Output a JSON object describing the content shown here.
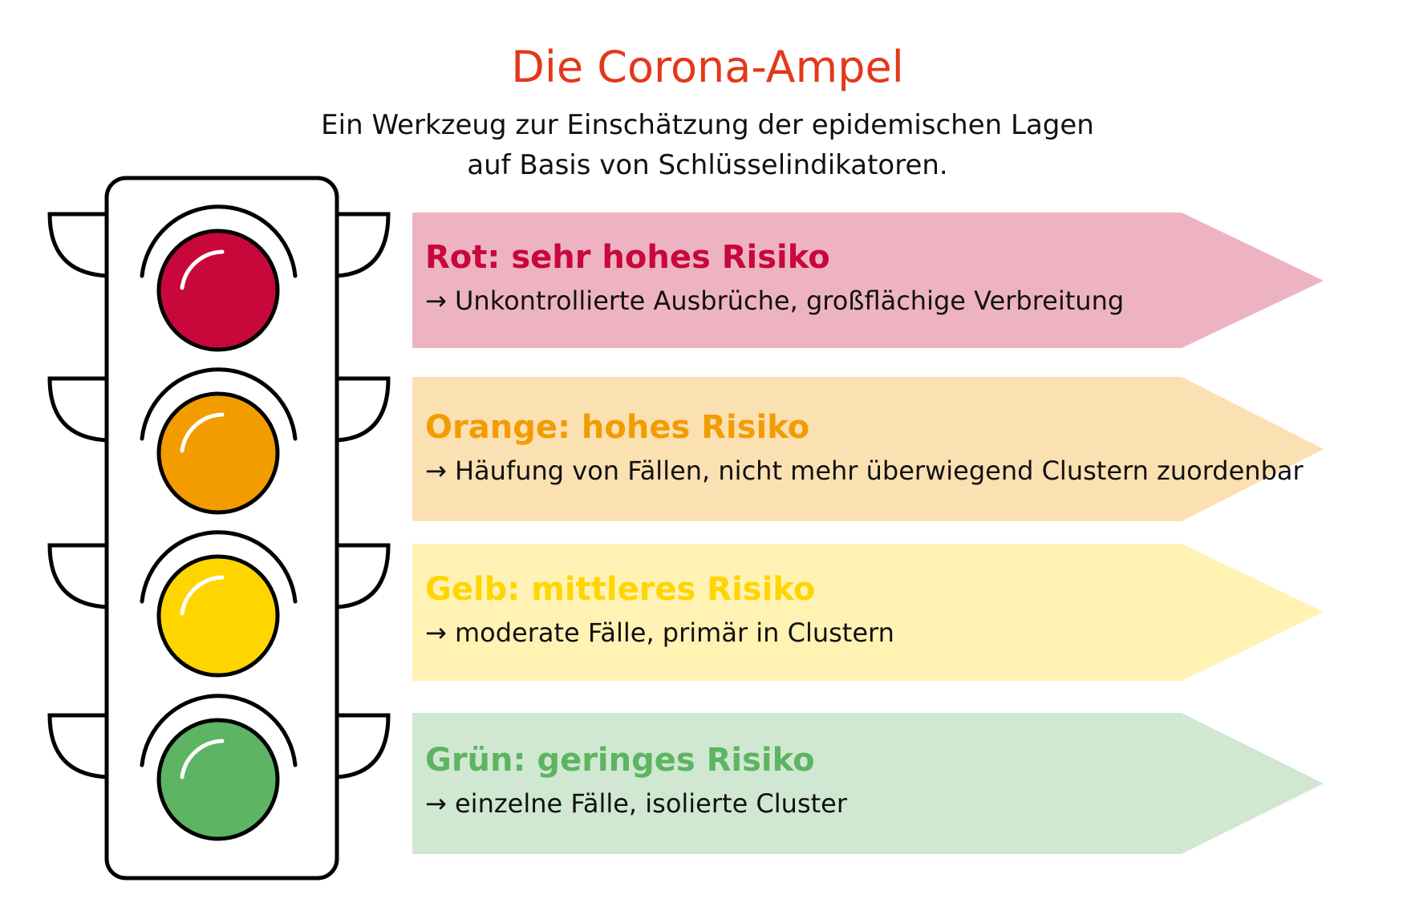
{
  "header": {
    "title": "Die Corona-Ampel",
    "subtitle_line1": "Ein Werkzeug zur Einschätzung der epidemischen Lagen",
    "subtitle_line2": "auf Basis von Schlüsselindikatoren.",
    "title_color": "#E3381B"
  },
  "levels": [
    {
      "id": "rot",
      "heading": "Rot: sehr hohes Risiko",
      "description": "→ Unkontrollierte Ausbrüche, großflächige Verbreitung",
      "heading_color": "#C8073A",
      "band_color": "#EEB3C2",
      "light_color": "#C8073A"
    },
    {
      "id": "orange",
      "heading": "Orange: hohes Risiko",
      "description": "→ Häufung von Fällen, nicht mehr überwiegend Clustern zuordenbar",
      "heading_color": "#F39C00",
      "band_color": "#FBE0B2",
      "light_color": "#F39C00"
    },
    {
      "id": "gelb",
      "heading": "Gelb: mittleres Risiko",
      "description": "→ moderate Fälle, primär in Clustern",
      "heading_color": "#FFD500",
      "band_color": "#FFF2B3",
      "light_color": "#FFD500"
    },
    {
      "id": "gruen",
      "heading": "Grün: geringes Risiko",
      "description": "→ einzelne Fälle, isolierte Cluster",
      "heading_color": "#5DB462",
      "band_color": "#D0E8D1",
      "light_color": "#5DB462"
    }
  ],
  "icons": {
    "traffic_light": "traffic-light-icon"
  }
}
